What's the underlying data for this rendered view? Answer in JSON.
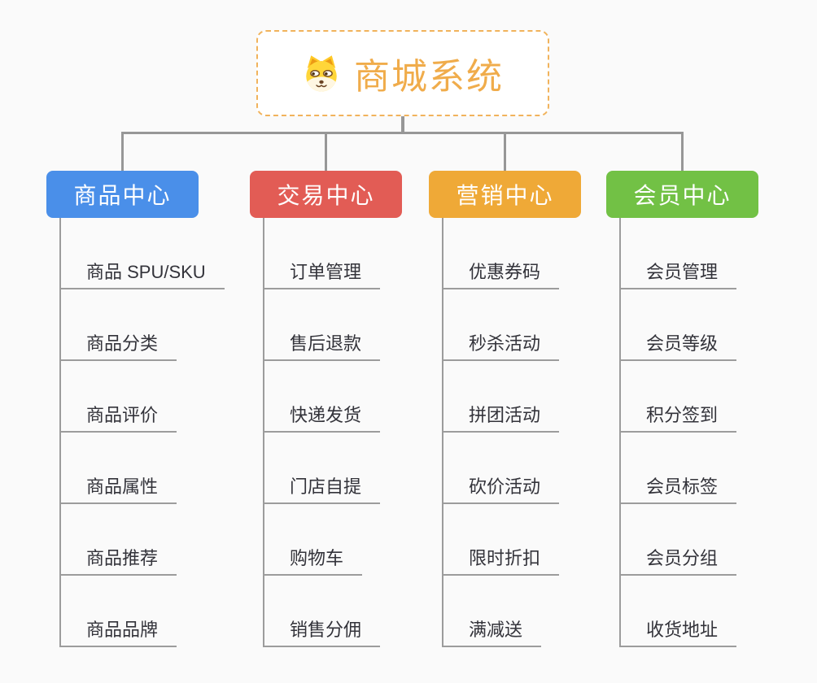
{
  "canvas": {
    "background": "#FAFAFA",
    "connector_color": "#979797"
  },
  "root": {
    "label": "商城系统",
    "icon": "dog-face-icon",
    "text_color": "#F0AC4B",
    "border_color": "#F1B35C"
  },
  "branches": [
    {
      "label": "商品中心",
      "color": "#4A8FE9",
      "children": [
        "商品 SPU/SKU",
        "商品分类",
        "商品评价",
        "商品属性",
        "商品推荐",
        "商品品牌"
      ]
    },
    {
      "label": "交易中心",
      "color": "#E25C55",
      "children": [
        "订单管理",
        "售后退款",
        "快递发货",
        "门店自提",
        "购物车",
        "销售分佣"
      ]
    },
    {
      "label": "营销中心",
      "color": "#EFA937",
      "children": [
        "优惠券码",
        "秒杀活动",
        "拼团活动",
        "砍价活动",
        "限时折扣",
        "满减送"
      ]
    },
    {
      "label": "会员中心",
      "color": "#72C145",
      "children": [
        "会员管理",
        "会员等级",
        "积分签到",
        "会员标签",
        "会员分组",
        "收货地址"
      ]
    }
  ]
}
